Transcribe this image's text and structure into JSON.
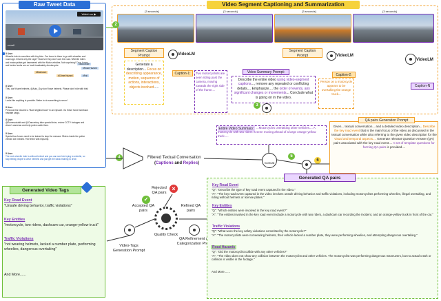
{
  "panels": {
    "raw_tweet_title": "Raw Tweet Data",
    "video_segment_title": "Video Segment Captioning and Summarization",
    "qa_pairs_title": "Generated QA pairs",
    "tags_title": "Generated Video Tags"
  },
  "video": {
    "watch_label": "Watch on",
    "channel": "ronnil",
    "segment_labels": [
      "{3 seconds}",
      "{3 seconds}",
      "{3 seconds}",
      "{3 seconds}"
    ]
  },
  "tweets": [
    {
      "user": "X User",
      "text": "Wheelie rider in sunshine with tiny bike. Car horns in there to go with wheelies and road rage. Drivers why the rage? However they don't own the road. Wheelie riders and motorcyclists get hammered with the Motor vehicles. Not surprising! Cars, buses and lorries honks are on loud #roadsafety #motorcycle",
      "tags": [
        "#Motorbike",
        "#Road Hazard",
        "#Dashcam",
        "#Crime Hazard",
        "#Fail"
      ]
    },
    {
      "user": "X User",
      "text": "This, don't have helmets. @Auto_Guy don't have helmets. Please don't ride with this!"
    },
    {
      "user": "X User",
      "text": "Looks like anything is possible. Better to do something is never!"
    },
    {
      "user": "X User",
      "text": "Precious this became a \"Bad neighborhood\" in an episode. Go these horse bareback hesitate cargo."
    },
    {
      "user": "X User",
      "text": "@Somesocialid and @ Dancerboy take special drive, review CCTV footages and driver's cameras and help police catch them."
    },
    {
      "user": "X User",
      "text": "Special tow forces need to be trained to stop the menace. Riders inside the police vehicle are needed. Fine them with impunity."
    },
    {
      "user": "X User",
      "text": "The next wheelie rider is without helmet and you can see him trying to wheelie, so stop telling people to wear helmets and just get the basic training to drive."
    }
  ],
  "prompts": {
    "seg_caption_prompt_1": "Segment Caption Prompt",
    "seg_caption_prompt_2": "Segment Caption Prompt",
    "videolm": "VideoLM",
    "seg_prompt_body": [
      "Generate a description... ",
      "Focus on describing appearance, motion, sequence of actions, interactions, objects involved",
      "....."
    ],
    "caption_1_label": "Caption-1:",
    "caption_1_text": "Two motorcyclists are seen riding past the camera, moving towards the right side of the frame....",
    "caption_2_label": "Caption-2:",
    "caption_2_text": "Person on a motorcycle appears to be overtaking the orange truck...",
    "caption_n_label": "Caption-N",
    "summary_prompt_title": "Video Summary Prompt:",
    "summary_prompt_body_1": "Describe the entire video ",
    "summary_prompt_body_2": "using video-segment captions",
    "summary_prompt_body_3": "..., remove any repeated or conflicting details.... Emphasize.... the ",
    "summary_prompt_body_4": "order of events, any significant changes or movements",
    "summary_prompt_body_5": "... Conclude what is going on in the video.",
    "entire_summary_label": "Entire Video Summary:",
    "entire_summary_text": "...Motorcycles overtaking other vehicles.... A motorcycle with two riders is seen moving ahead of a large orange-yellow truck.....",
    "qa_gen_title": "QA pairs Generation Prompt",
    "qa_gen_body_1": "Given... textual conversation... and a detailed video description... ",
    "qa_gen_body_2": "Describe the key road event",
    "qa_gen_body_3": " that is the main focus of the video as discussed in the textual conversation while also referring to the given video description for the ",
    "qa_gen_body_4": "visual and temporal aspects....",
    "qa_gen_body_5": " Generate relevant Question-Answer (QA) pairs associated with the key road event.... ",
    "qa_gen_body_6": "A set of template questions for forming QA pairs",
    "qa_gen_body_7": " is provided....",
    "concat": "Concat",
    "filtered": "Filtered Textual Conversation",
    "filtered_sub_1": "Captions",
    "filtered_sub_and": " and ",
    "filtered_sub_2": "Replies",
    "rejected": "Rejected QA pairs",
    "accepted": "Accepted QA pairs",
    "refined": "Refined QA pairs",
    "quality": "Quality Check",
    "tags_prompt": "Video-Tags Generation Prompt",
    "refine_prompt": "QA Refinement and Categorization Prompt",
    "steps": [
      "1",
      "2",
      "3",
      "4",
      "5",
      "6"
    ]
  },
  "qa": [
    {
      "cat": "Key Road Event",
      "q": "\"Q\": \"Describe the type of key road event captured in the video.\"",
      "a": "\"A\": \"The key road event captured in the video involves unsafe driving behavior and traffic violations, including motorcyclists performing wheelies, illegal overtaking, and riding without helmets or license plates.\""
    },
    {
      "cat": "Key Entities",
      "q": "\"Q\": \"Which entities were involved in the key road event?\"",
      "a": "\"A\": \"The entities involved in the key road event include a motorcycle with two riders, a dashcam car recording the incident, and an orange-yellow truck in front of the car.\""
    },
    {
      "cat": "Traffic Violations",
      "q": "\"Q\": \"What were the key safety violations committed by the motorcycle?\"",
      "a": "\"A\": \"The motorcyclists were not wearing helmets, their vehicle lacked a number plate, they were performing wheelies, and attempting dangerous overtaking.\""
    },
    {
      "cat": "Road Hazards",
      "q": "\"Q\": \"Did the motorcyclist collide with any other vehicles?\"",
      "a": "\"A\": \"The video does not show any collision between the motorcyclist and other vehicles. The motorcyclist was performing dangerous maneuvers, but no actual crash or collision is visible in the footage.\""
    }
  ],
  "qa_more": "And More.......",
  "tags": [
    {
      "cat": "Key Road Event",
      "values": "\"Unsafe driving behavior, traffic violations\""
    },
    {
      "cat": "Key Entities",
      "values": "\"motorcycle, two riders, dashcam car, orange-yellow truck\""
    },
    {
      "cat": "Traffic Violations",
      "values": "\"not wearing helmets, lacked a number plate, performing wheelies, dangerous overtaking\""
    }
  ],
  "tags_more": "And More......",
  "colors": {
    "orange": "#f2a12a",
    "purple": "#7b2fb5",
    "blue": "#2b6fd6",
    "green": "#6fbf3a",
    "yellow": "#f6d23c",
    "title_blue": "#7fb3e8"
  },
  "icons": [
    "play-icon",
    "network-icon",
    "check-icon",
    "reject-icon",
    "funnel-icon",
    "gear-icon",
    "tag-icon"
  ]
}
